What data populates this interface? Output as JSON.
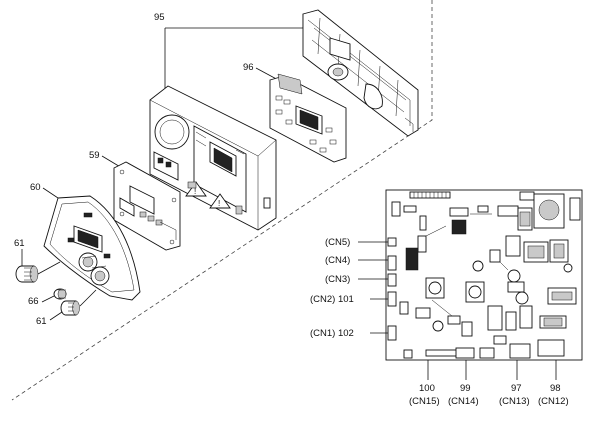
{
  "callouts": {
    "p95": "95",
    "p96": "96",
    "p59": "59",
    "p60": "60",
    "p61a": "61",
    "p66": "66",
    "p61b": "61"
  },
  "pcb_left": {
    "cn5": "(CN5)",
    "cn4": "(CN4)",
    "cn3": "(CN3)",
    "cn2": "(CN2) 101",
    "cn1": "(CN1) 102"
  },
  "pcb_bottom": [
    {
      "num": "100",
      "cn": "(CN15)"
    },
    {
      "num": "99",
      "cn": "(CN14)"
    },
    {
      "num": "97",
      "cn": "(CN13)"
    },
    {
      "num": "98",
      "cn": "(CN12)"
    }
  ]
}
